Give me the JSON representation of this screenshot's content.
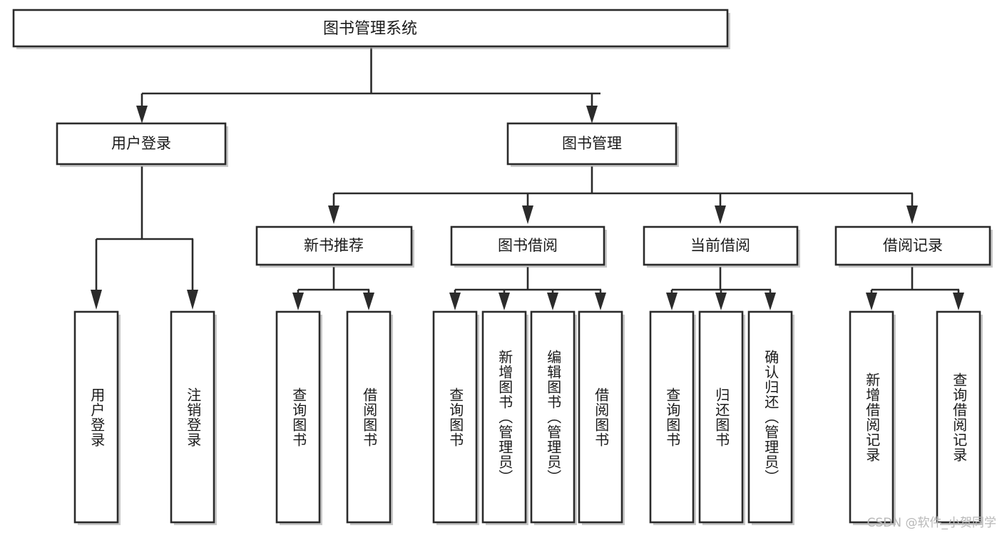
{
  "diagram": {
    "title": "图书管理系统",
    "type": "tree",
    "watermark": "CSDN @软件_小贺同学",
    "colors": {
      "box_fill": "#ffffff",
      "box_stroke": "#2b2b2b",
      "text": "#1a1a1a",
      "watermark": "#b8b8b8",
      "background": "#ffffff"
    },
    "levels": {
      "root": {
        "label": "图书管理系统"
      },
      "level2": [
        {
          "id": "user-login",
          "label": "用户登录"
        },
        {
          "id": "book-management",
          "label": "图书管理"
        }
      ],
      "level3": [
        {
          "id": "new-book-recommend",
          "label": "新书推荐"
        },
        {
          "id": "book-borrow",
          "label": "图书借阅"
        },
        {
          "id": "current-borrow",
          "label": "当前借阅"
        },
        {
          "id": "borrow-record",
          "label": "借阅记录"
        }
      ],
      "leaves": {
        "user-login": [
          {
            "id": "leaf-user-login",
            "label": "用户登录"
          },
          {
            "id": "leaf-logout-login",
            "label": "注销登录"
          }
        ],
        "new-book-recommend": [
          {
            "id": "leaf-query-book-1",
            "label": "查询图书"
          },
          {
            "id": "leaf-borrow-book-1",
            "label": "借阅图书"
          }
        ],
        "book-borrow": [
          {
            "id": "leaf-query-book-2",
            "label": "查询图书"
          },
          {
            "id": "leaf-add-book",
            "label": "新增图书（管理员）"
          },
          {
            "id": "leaf-edit-book",
            "label": "编辑图书（管理员）"
          },
          {
            "id": "leaf-borrow-book-2",
            "label": "借阅图书"
          }
        ],
        "current-borrow": [
          {
            "id": "leaf-query-book-3",
            "label": "查询图书"
          },
          {
            "id": "leaf-return-book",
            "label": "归还图书"
          },
          {
            "id": "leaf-confirm-return",
            "label": "确认归还（管理员）"
          }
        ],
        "borrow-record": [
          {
            "id": "leaf-add-record",
            "label": "新增借阅记录"
          },
          {
            "id": "leaf-query-record",
            "label": "查询借阅记录"
          }
        ]
      }
    },
    "edges": [
      {
        "from": "图书管理系统",
        "to": "用户登录"
      },
      {
        "from": "图书管理系统",
        "to": "图书管理"
      },
      {
        "from": "用户登录",
        "to": "用户登录"
      },
      {
        "from": "用户登录",
        "to": "注销登录"
      },
      {
        "from": "图书管理",
        "to": "新书推荐"
      },
      {
        "from": "图书管理",
        "to": "图书借阅"
      },
      {
        "from": "图书管理",
        "to": "当前借阅"
      },
      {
        "from": "图书管理",
        "to": "借阅记录"
      },
      {
        "from": "新书推荐",
        "to": "查询图书"
      },
      {
        "from": "新书推荐",
        "to": "借阅图书"
      },
      {
        "from": "图书借阅",
        "to": "查询图书"
      },
      {
        "from": "图书借阅",
        "to": "新增图书（管理员）"
      },
      {
        "from": "图书借阅",
        "to": "编辑图书（管理员）"
      },
      {
        "from": "图书借阅",
        "to": "借阅图书"
      },
      {
        "from": "当前借阅",
        "to": "查询图书"
      },
      {
        "from": "当前借阅",
        "to": "归还图书"
      },
      {
        "from": "当前借阅",
        "to": "确认归还（管理员）"
      },
      {
        "from": "借阅记录",
        "to": "新增借阅记录"
      },
      {
        "from": "借阅记录",
        "to": "查询借阅记录"
      }
    ]
  }
}
